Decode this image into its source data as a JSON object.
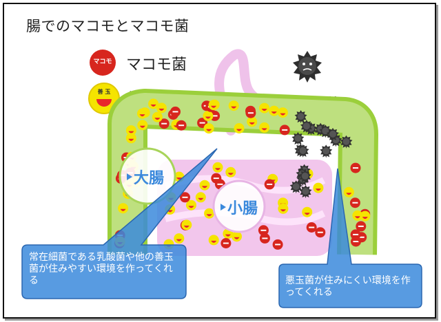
{
  "title": "腸でのマコモとマコモ菌",
  "legend": {
    "makomo": {
      "label": "マコモ菌",
      "icon_text": "マコモ",
      "color": "#d7261e"
    },
    "good": {
      "label": "善玉菌",
      "icon_text": "善 玉",
      "color": "#f5e400"
    },
    "bad": {
      "label": "悪玉菌",
      "color": "#3a3a3a"
    }
  },
  "labels": {
    "large_intestine": "大腸",
    "small_intestine": "小腸"
  },
  "callouts": [
    {
      "text": "常在細菌である乳酸菌や他の善玉菌が住みやすい環境を作ってくれる"
    },
    {
      "text": "悪玉菌が住みにくい環境を作ってくれる"
    }
  ],
  "colors": {
    "intestine_wall": "#9bcf3b",
    "small_intestine": "#f2c6ec",
    "callout_fill": "#3b89dc",
    "callout_border": "#2a66b0"
  }
}
